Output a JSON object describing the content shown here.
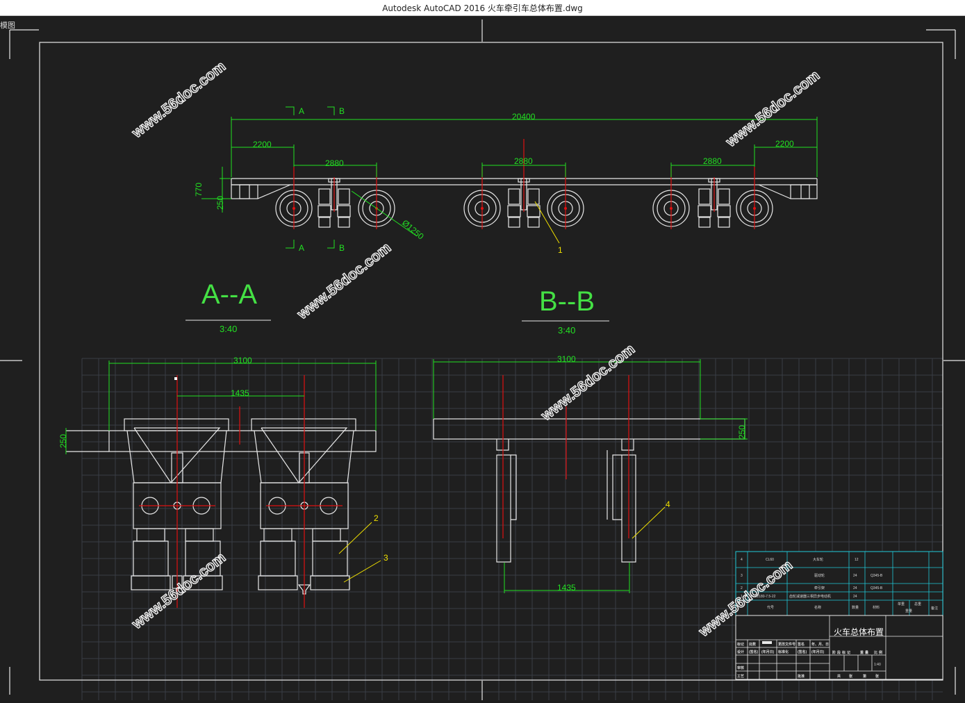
{
  "window": {
    "title": "Autodesk AutoCAD 2016     火车牵引车总体布置.dwg",
    "tab_stub": "模图"
  },
  "colors": {
    "background": "#1f1f1f",
    "dimension": "#22e022",
    "center_line": "#e01010",
    "geometry": "#e8e8e8",
    "leader": "#f0e000",
    "title_block": "#20c8d8",
    "grid": "#3a3d46"
  },
  "drawing": {
    "top_view": {
      "section_marks": [
        "A",
        "B",
        "A",
        "B"
      ],
      "dims": {
        "overall": "20400",
        "end_left": "2200",
        "end_right": "2200",
        "bogie_1": "2880",
        "bogie_2": "2880",
        "bogie_3": "2880",
        "height_770": "770",
        "height_250": "250",
        "wheel_dia": "Ø1250"
      },
      "leader_1": "1"
    },
    "section_a": {
      "title": "A--A",
      "scale": "3:40",
      "dim_width": "3100",
      "dim_gauge": "1435",
      "dim_height": "250",
      "leader_2": "2",
      "leader_3": "3"
    },
    "section_b": {
      "title": "B--B",
      "scale": "3:40",
      "dim_width": "3100",
      "dim_gauge": "1435",
      "dim_height": "250",
      "leader_4": "4"
    }
  },
  "watermarks": [
    "www.56doc.com",
    "www.56doc.com",
    "www.56doc.com",
    "www.56doc.com",
    "www.56doc.com",
    "www.56doc.com"
  ],
  "title_block": {
    "rows": [
      {
        "no": "4",
        "code": "CL60",
        "name": "大车轮",
        "qty": "12",
        "mat": ""
      },
      {
        "no": "3",
        "code": "",
        "name": "驱动轮",
        "qty": "24",
        "mat": "Q345-B"
      },
      {
        "no": "2",
        "code": "",
        "name": "牵引架",
        "qty": "24",
        "mat": "Q345-B"
      },
      {
        "no": "1",
        "code": "YCJ2180-7.5-22",
        "name": "齿轮减速器三相异步电动机",
        "qty": "24",
        "mat": ""
      }
    ],
    "header": {
      "code": "代号",
      "name": "名称",
      "qty": "数量",
      "mat": "材料",
      "unit": "单重",
      "total": "总重",
      "weight": "重量",
      "remark": "备注"
    },
    "drawing_title": "火车总体布置",
    "scale": "1:40",
    "sign_row_1": [
      "标记",
      "处数",
      "",
      "更改文件号",
      "签名",
      "年、月、日"
    ],
    "sign_row_2": [
      "设计",
      "(签名)",
      "(年月日)",
      "标准化",
      "(签名)",
      "(年月日)"
    ],
    "stage_labels": [
      "阶",
      "段",
      "标",
      "记",
      "重",
      "量",
      "比",
      "例"
    ],
    "check_labels": [
      "审核",
      "工艺",
      "批准"
    ],
    "sheet_labels": [
      "共",
      "张",
      "第",
      "张"
    ]
  }
}
